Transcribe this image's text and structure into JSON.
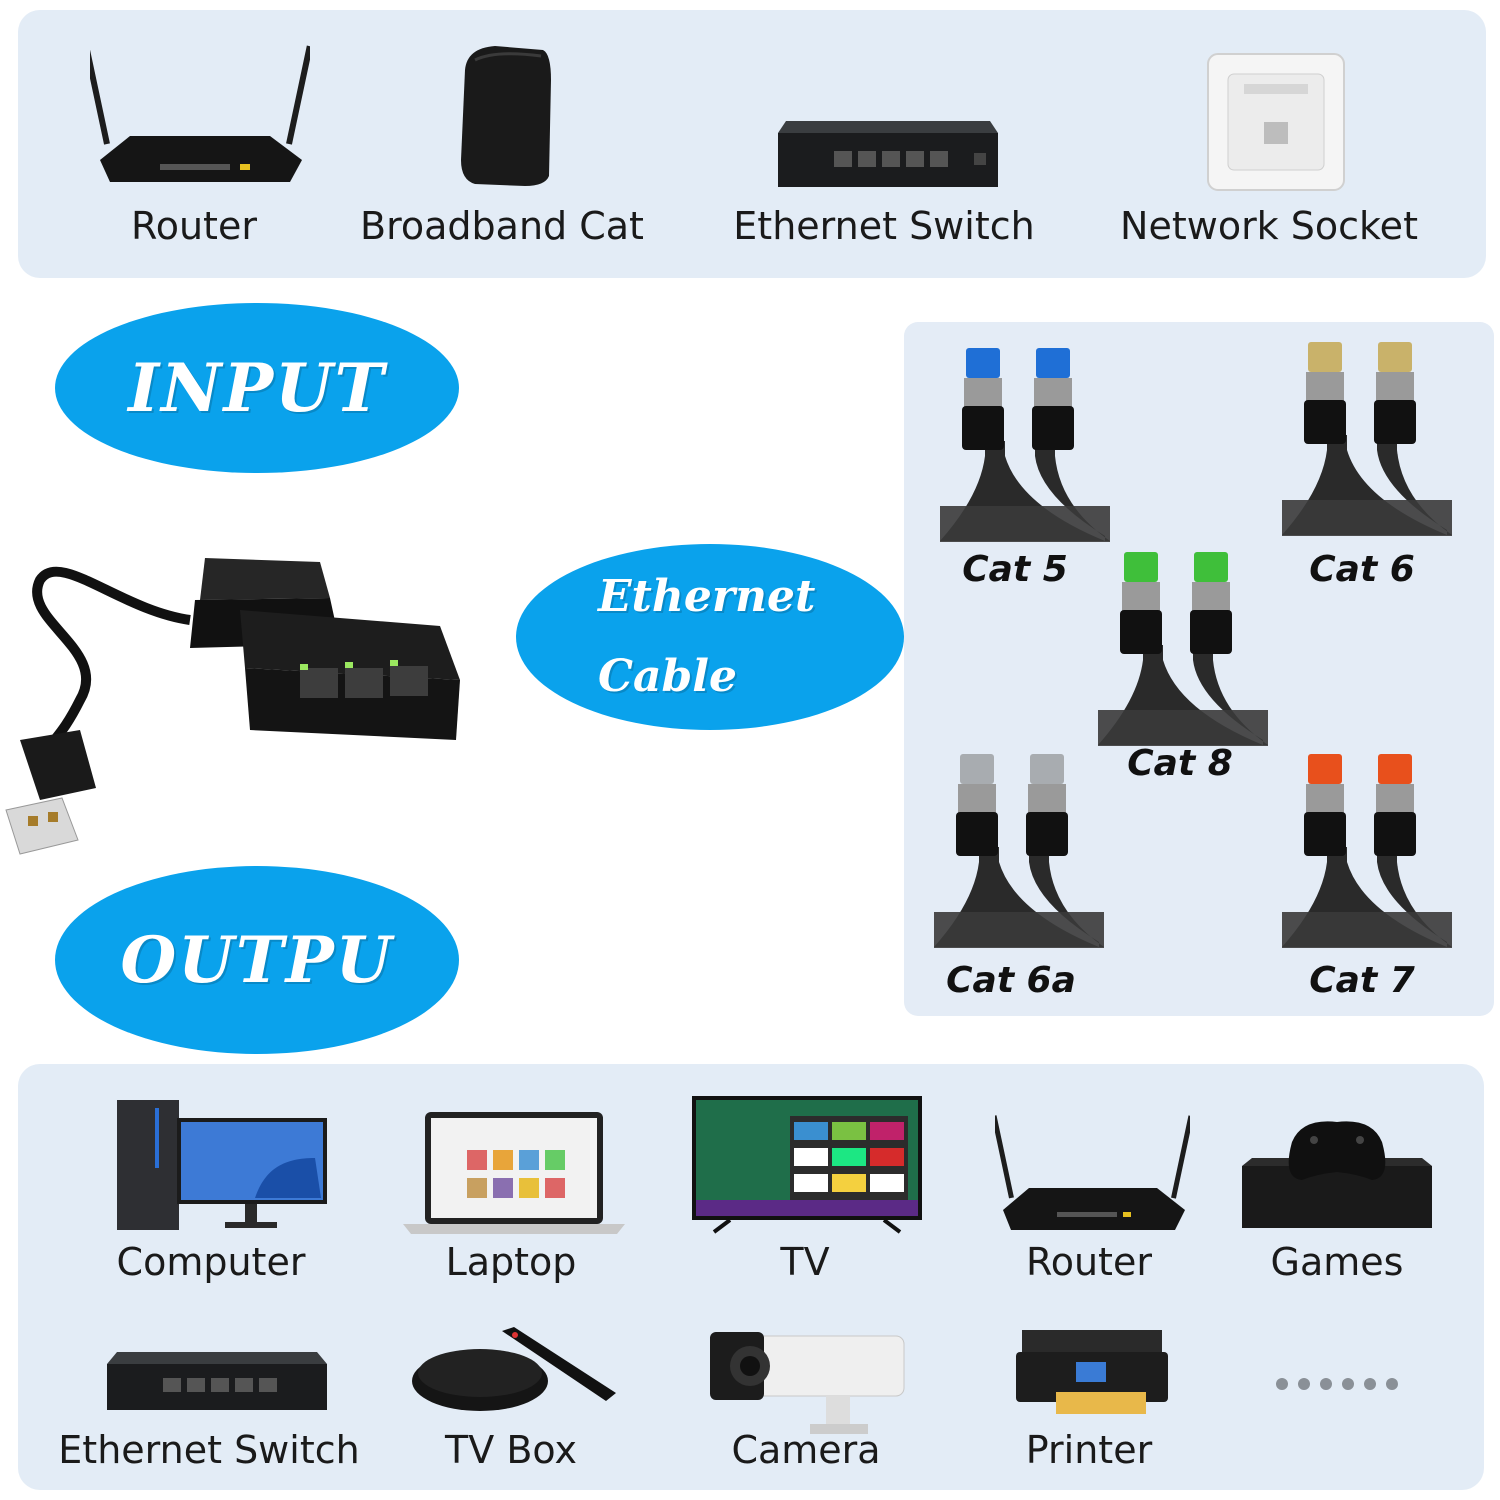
{
  "input_devices": [
    {
      "label": "Router",
      "icon": "router-icon"
    },
    {
      "label": "Broadband Cat",
      "icon": "modem-icon"
    },
    {
      "label": "Ethernet Switch",
      "icon": "switch-icon"
    },
    {
      "label": "Network Socket",
      "icon": "wall-socket-icon"
    }
  ],
  "input_badge": "INPUT",
  "output_badge": "OUTPU",
  "ethernet_badge": {
    "line1": "Ethernet",
    "line2": "Cable"
  },
  "cable_types": [
    "Cat 5",
    "Cat 6",
    "Cat 8",
    "Cat 6a",
    "Cat 7"
  ],
  "cable_colors": {
    "Cat 5": "#1f6fd6",
    "Cat 6": "#c9b26a",
    "Cat 8": "#3fbf3a",
    "Cat 6a": "#a8acb0",
    "Cat 7": "#e8501c"
  },
  "output_devices": [
    {
      "label": "Computer",
      "icon": "computer-icon"
    },
    {
      "label": "Laptop",
      "icon": "laptop-icon"
    },
    {
      "label": "TV",
      "icon": "tv-icon"
    },
    {
      "label": "Router",
      "icon": "router-icon"
    },
    {
      "label": "Games",
      "icon": "game-console-icon"
    },
    {
      "label": "Ethernet Switch",
      "icon": "switch-icon"
    },
    {
      "label": "TV Box",
      "icon": "tv-box-icon"
    },
    {
      "label": "Camera",
      "icon": "camera-icon"
    },
    {
      "label": "Printer",
      "icon": "printer-icon"
    }
  ],
  "colors": {
    "accent_blue": "#0aa2ec",
    "panel_bg": "#e3ecf6"
  }
}
